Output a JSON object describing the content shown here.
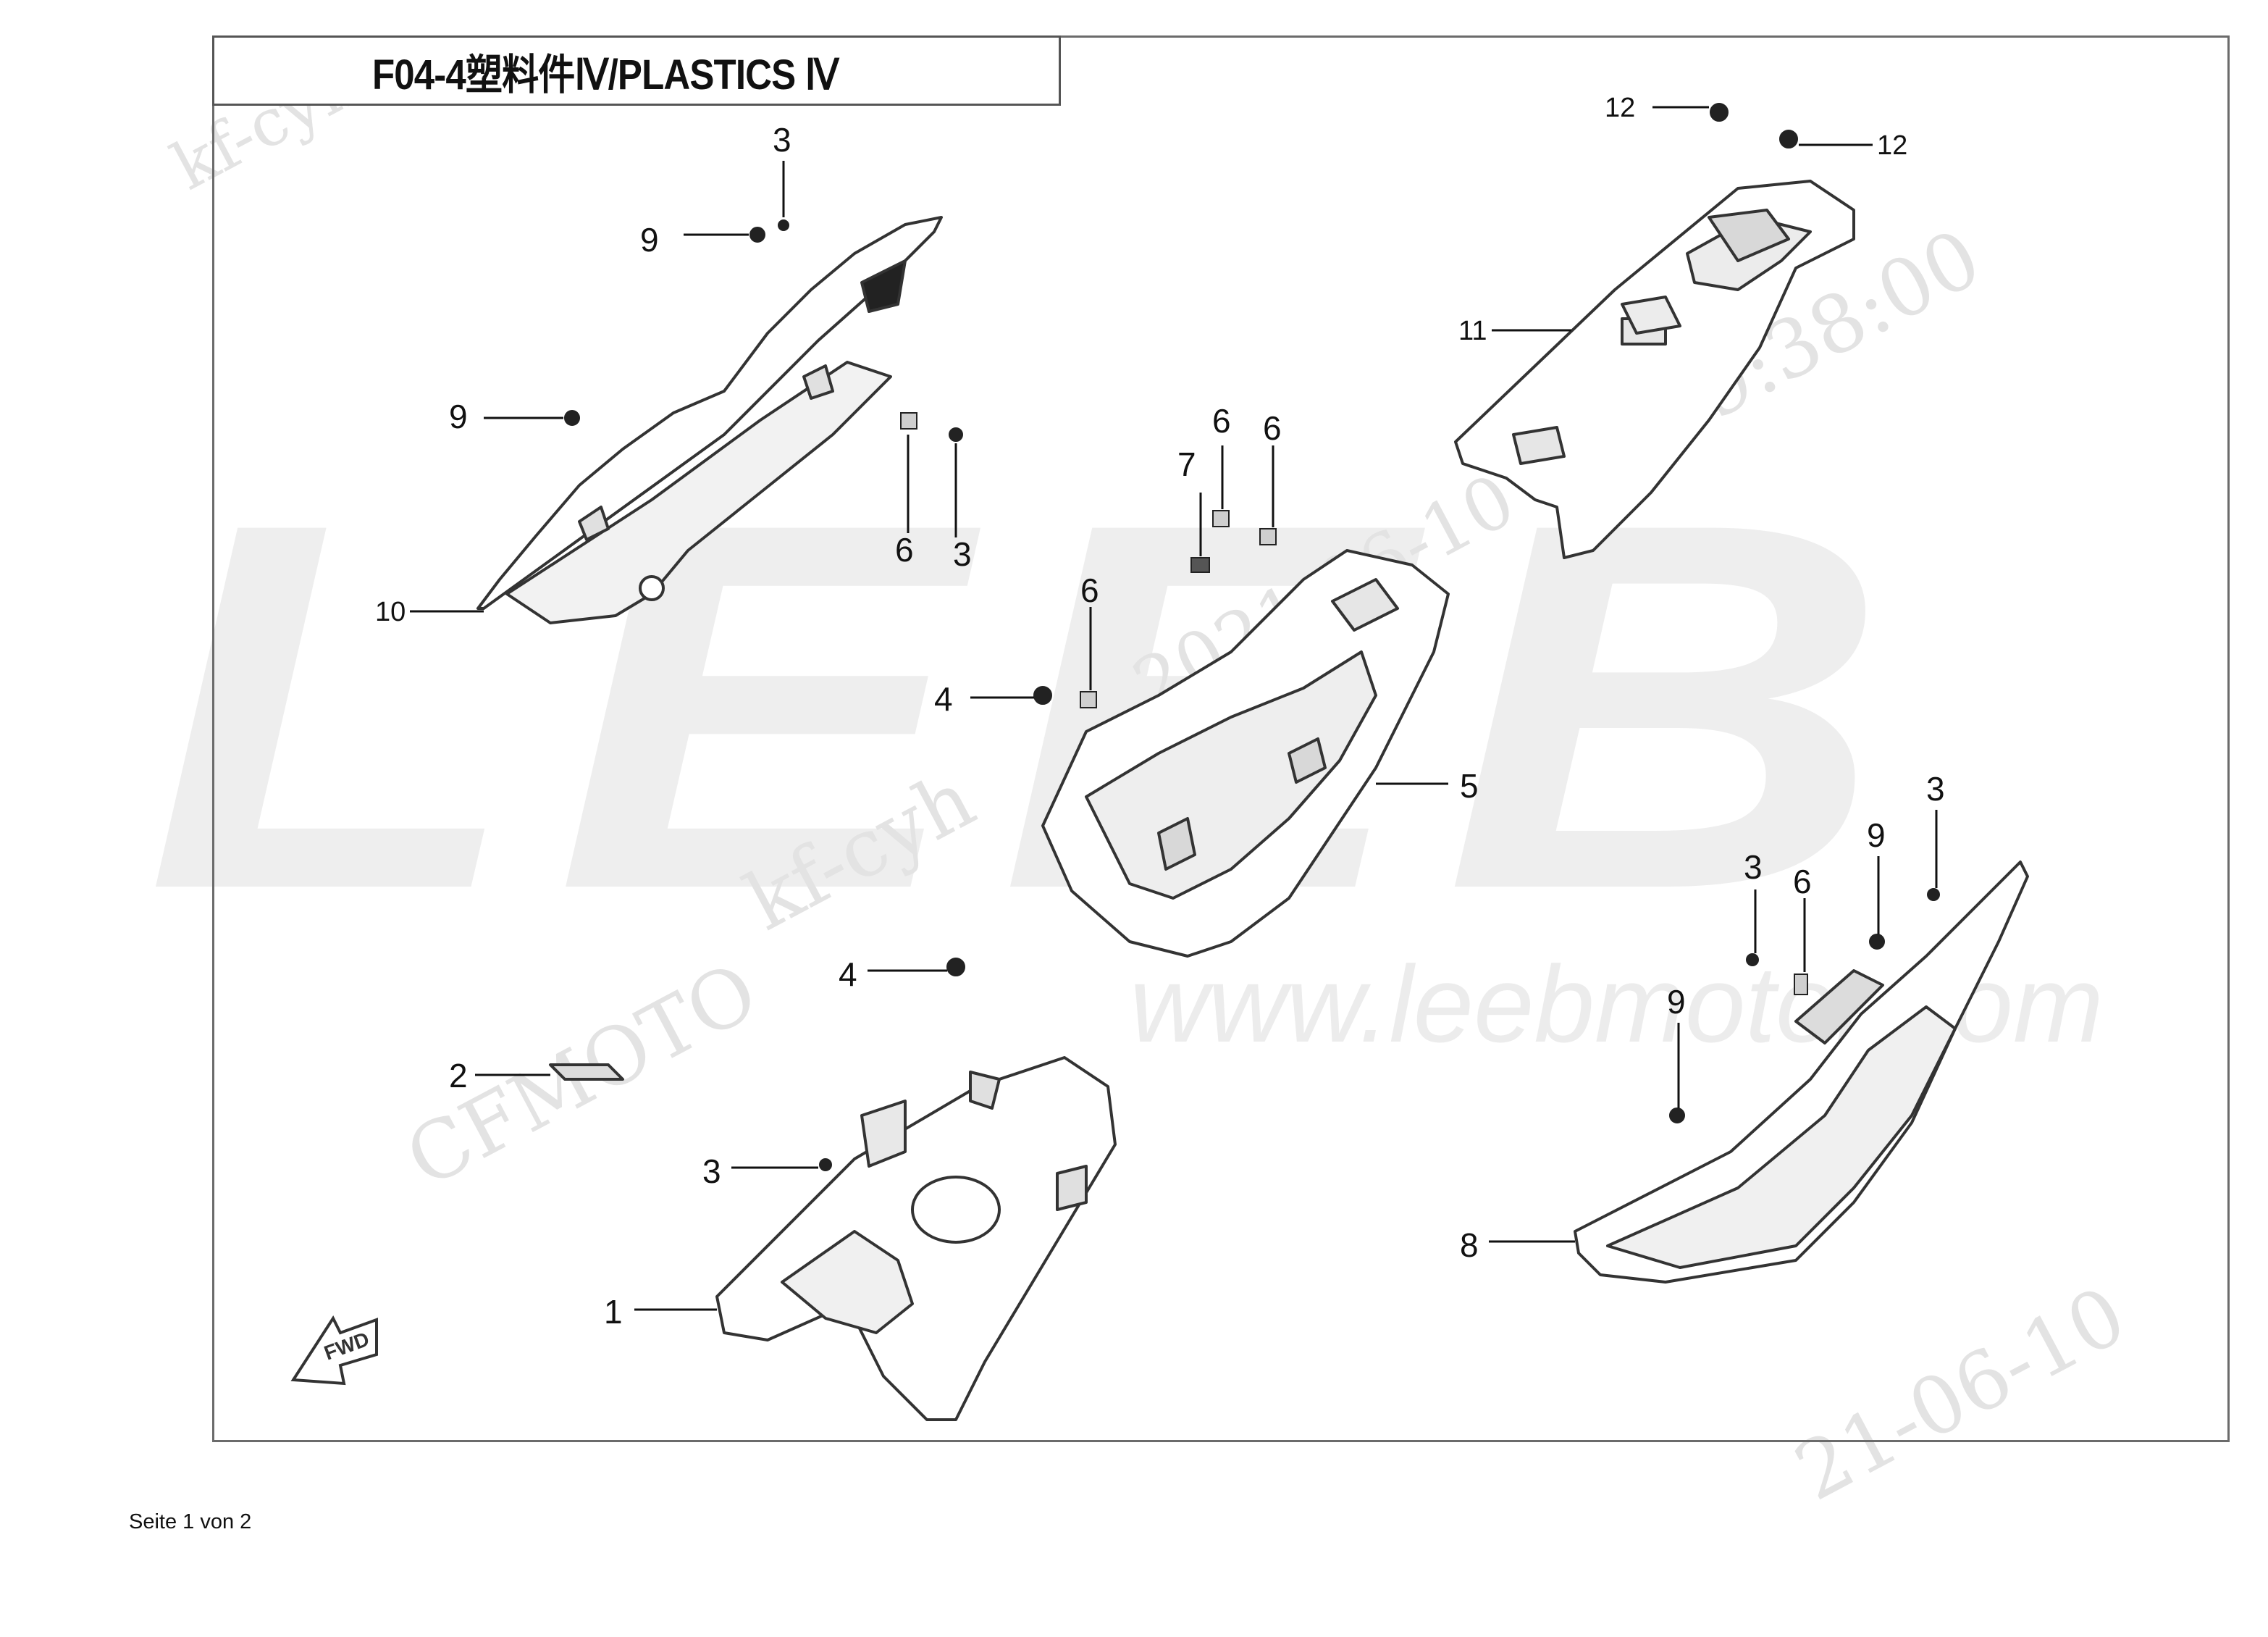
{
  "diagram": {
    "title": "F04-4塑料件Ⅳ/PLASTICS Ⅳ",
    "footer": "Seite 1 von 2",
    "watermarks": {
      "brand_large": "LEEB",
      "url": "www.leebmotor.com",
      "stamp_user_1": "kf-cyh",
      "stamp_user_2": "kf-cyh",
      "stamp_user_3": "kf-cyh",
      "stamp_brand": "CFMOTO",
      "stamp_date_1": "2021-06-10",
      "stamp_date_2": "21-06-10",
      "stamp_time": "09:38:00"
    },
    "callouts": {
      "c3_top": "3",
      "c9_top": "9",
      "c9_mid": "9",
      "c6_left": "6",
      "c3_left": "3",
      "c10": "10",
      "c12_left": "12",
      "c12_right": "12",
      "c11": "11",
      "c7": "7",
      "c6_a": "6",
      "c6_b": "6",
      "c6_c": "6",
      "c4_top": "4",
      "c5": "5",
      "c4_bottom": "4",
      "c2": "2",
      "c3_bottom": "3",
      "c1": "1",
      "c3_r1": "3",
      "c6_r": "6",
      "c9_r1": "9",
      "c3_r2": "3",
      "c9_r2": "9",
      "c8": "8"
    },
    "fwd_label": "FWD",
    "line_color": "#333333",
    "fill_color": "#ffffff",
    "shade_color": "#d9d9d9"
  }
}
